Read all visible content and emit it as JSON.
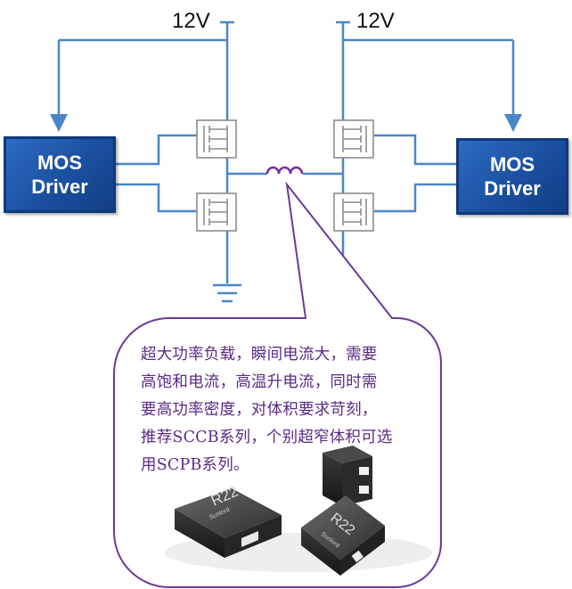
{
  "supply_left": {
    "label": "12V"
  },
  "supply_right": {
    "label": "12V"
  },
  "driver_left": {
    "line1": "MOS",
    "line2": "Driver"
  },
  "driver_right": {
    "line1": "MOS",
    "line2": "Driver"
  },
  "callout": {
    "lines": [
      "超大功率负载，瞬间电流大，需要",
      "高饱和电流，高温升电流，同时需",
      "要高功率密度，对体积要求苛刻，",
      "推荐SCCB系列，个别超窄体积可选",
      "用SCPB系列。"
    ]
  },
  "inductor_marking": "R22",
  "brand_marking": "Sunlord",
  "colors": {
    "wire": "#4a86c8",
    "mosfet": "#8c8c8c",
    "ground": "#4a86c8",
    "inductor": "#7a2aa0",
    "callout_border": "#6a3a96",
    "callout_text": "#5b2a86",
    "driver_fill": "#1a4fa0"
  }
}
